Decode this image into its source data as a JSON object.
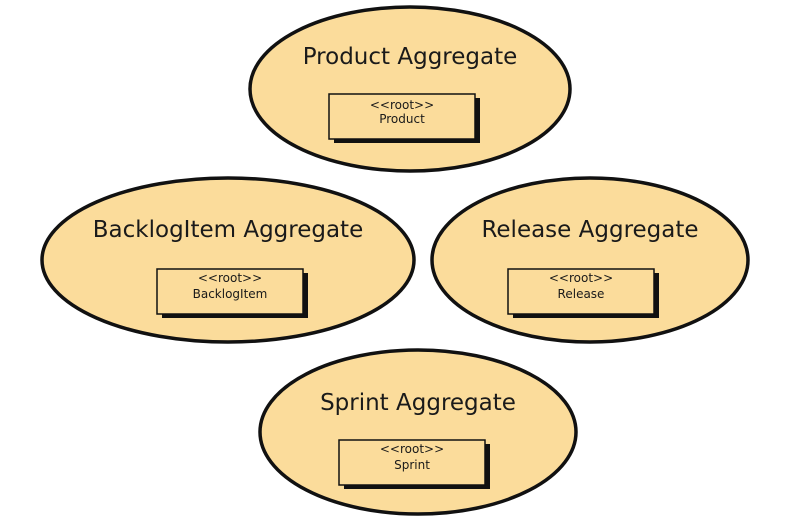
{
  "colors": {
    "ellipse_fill": "#fbdc9b",
    "ellipse_stroke": "#111111",
    "box_fill": "#fbdc9b",
    "box_shadow": "#111111",
    "text": "#1a1a1a"
  },
  "aggregates": [
    {
      "id": "product",
      "title": "Product Aggregate",
      "stereotype": "<<root>>",
      "entity": "Product"
    },
    {
      "id": "backlogitem",
      "title": "BacklogItem Aggregate",
      "stereotype": "<<root>>",
      "entity": "BacklogItem"
    },
    {
      "id": "release",
      "title": "Release Aggregate",
      "stereotype": "<<root>>",
      "entity": "Release"
    },
    {
      "id": "sprint",
      "title": "Sprint Aggregate",
      "stereotype": "<<root>>",
      "entity": "Sprint"
    }
  ]
}
